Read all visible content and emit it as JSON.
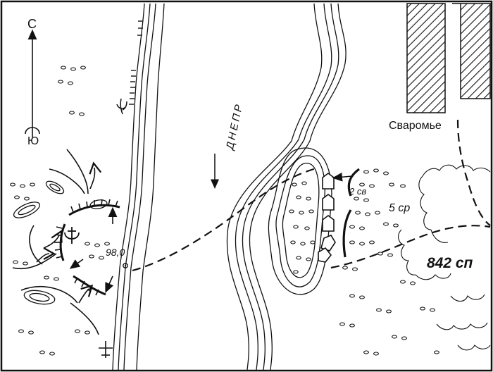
{
  "map": {
    "compass": {
      "north": "С",
      "south": "Ю"
    },
    "river_name": "ДНЕПР",
    "village": "Сваромье",
    "height_mark": "98,0",
    "units": {
      "brigade": "2 св",
      "division": "5 ср",
      "regiment": "842 сп"
    },
    "colors": {
      "ink": "#111111",
      "paper": "#ffffff"
    }
  }
}
